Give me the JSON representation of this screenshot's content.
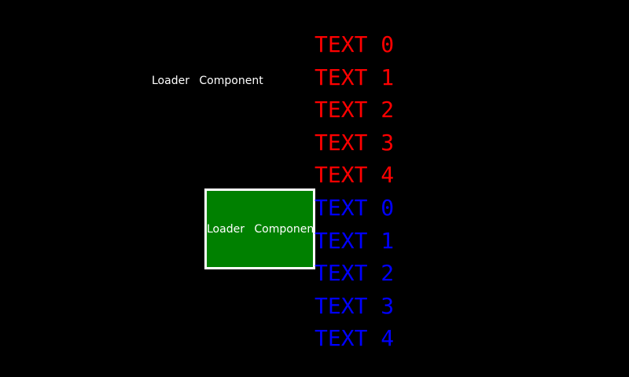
{
  "loader_labels": {
    "standalone": {
      "text": "Loader Component"
    },
    "boxed": {
      "text": "Loader Component"
    }
  },
  "red_list": {
    "items": [
      "TEXT 0",
      "TEXT 1",
      "TEXT 2",
      "TEXT 3",
      "TEXT 4"
    ]
  },
  "blue_list": {
    "items": [
      "TEXT 0",
      "TEXT 1",
      "TEXT 2",
      "TEXT 3",
      "TEXT 4"
    ]
  },
  "colors": {
    "background": "#000000",
    "box_fill": "#008000",
    "box_border": "#ffffff",
    "label_text": "#ffffff",
    "red_text": "#ff0000",
    "blue_text": "#0000ff"
  }
}
